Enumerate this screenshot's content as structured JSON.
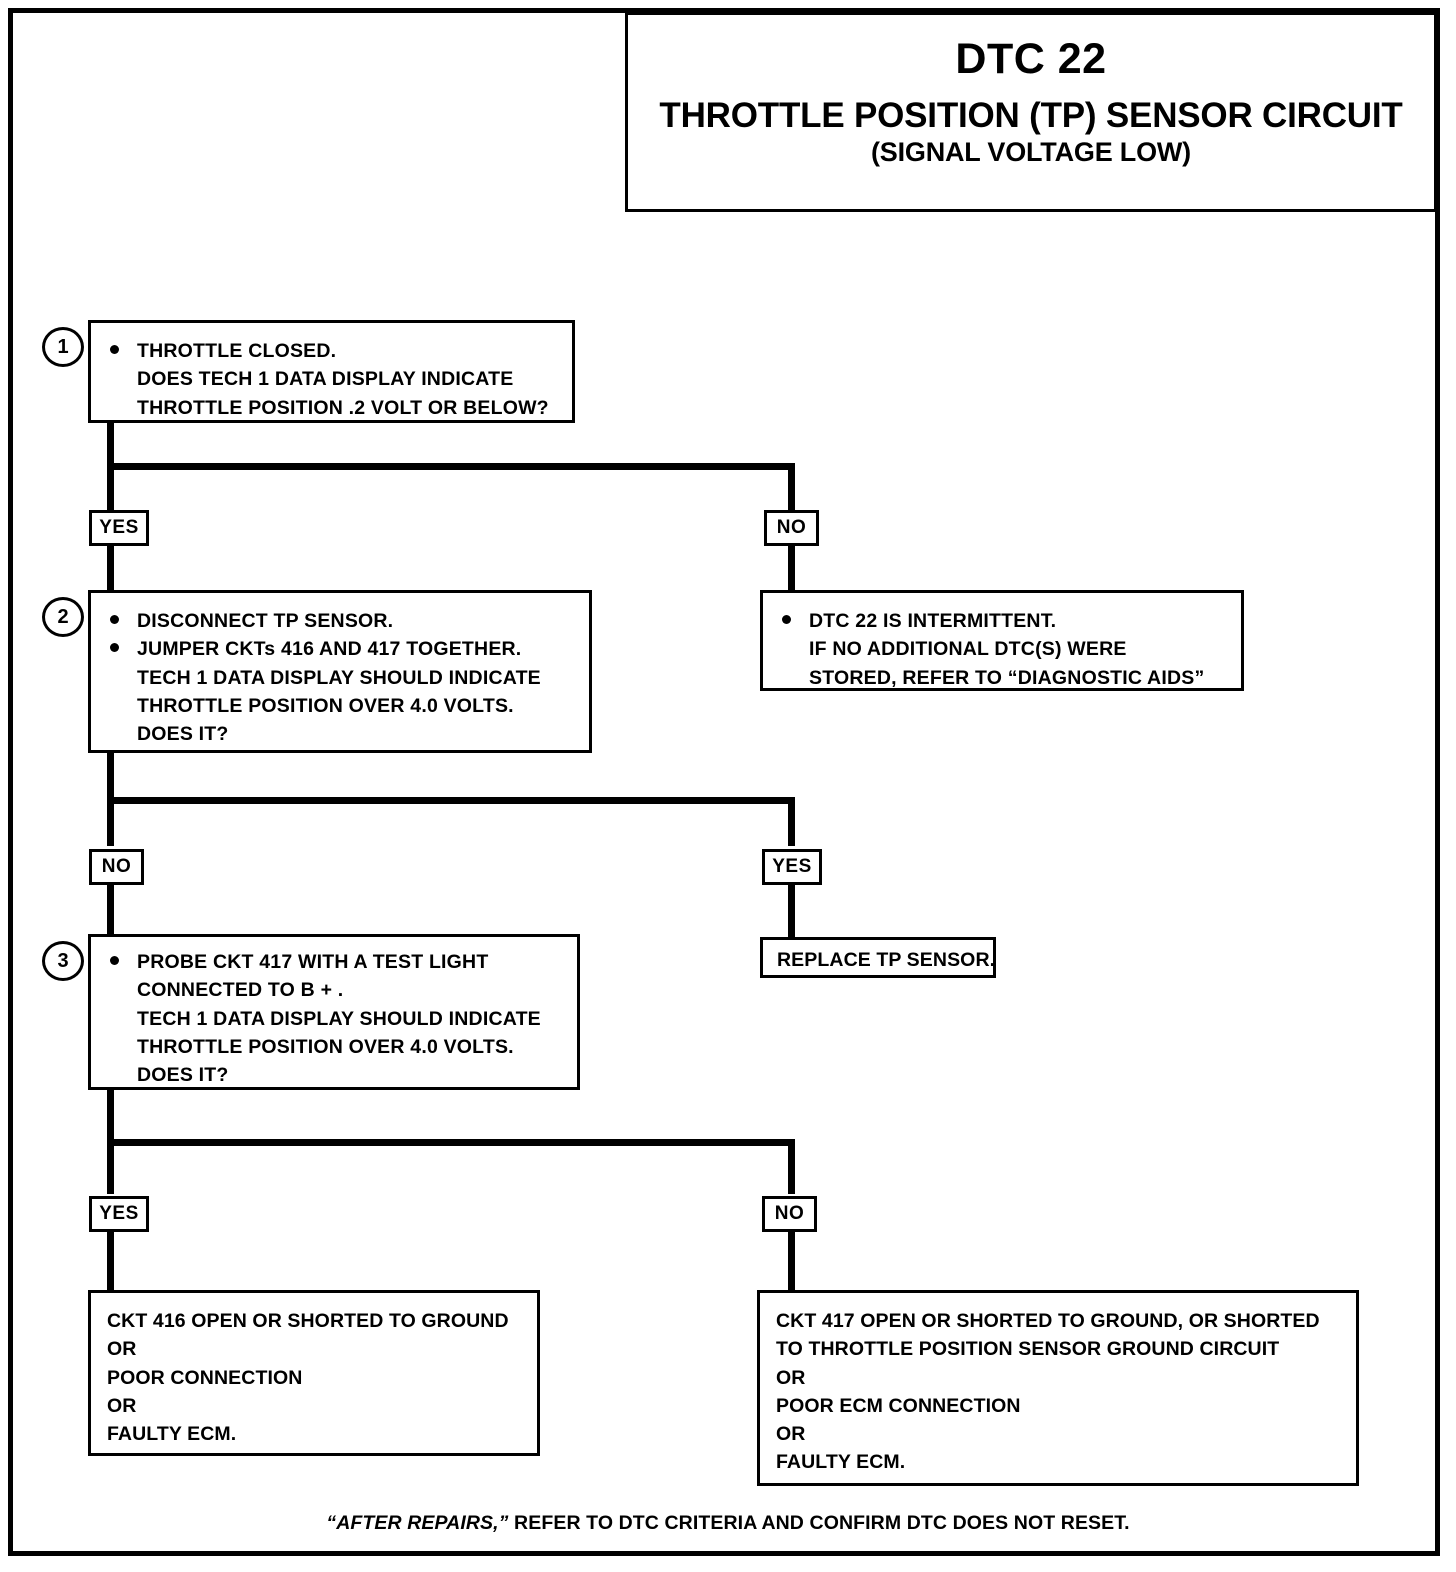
{
  "document": {
    "type": "diagnostic-flowchart",
    "title_block": {
      "code": "DTC 22",
      "main_title": "THROTTLE POSITION (TP) SENSOR CIRCUIT",
      "subtitle": "(SIGNAL VOLTAGE LOW)"
    },
    "steps": [
      {
        "number": "1",
        "lines": [
          "THROTTLE CLOSED.",
          "DOES TECH 1 DATA DISPLAY INDICATE",
          "THROTTLE POSITION .2 VOLT OR BELOW?"
        ]
      },
      {
        "number": "2",
        "lines": [
          "DISCONNECT TP SENSOR.",
          "JUMPER CKTs 416 AND 417 TOGETHER.",
          "TECH 1 DATA DISPLAY SHOULD INDICATE",
          "THROTTLE POSITION OVER 4.0 VOLTS.",
          "DOES IT?"
        ]
      },
      {
        "number": "3",
        "lines": [
          "PROBE CKT 417 WITH A TEST LIGHT",
          "CONNECTED TO B + .",
          "TECH 1 DATA DISPLAY SHOULD INDICATE",
          "THROTTLE POSITION OVER 4.0 VOLTS.",
          "DOES IT?"
        ]
      }
    ],
    "branch_labels": {
      "b1_left": "YES",
      "b1_right": "NO",
      "b2_left": "NO",
      "b2_right": "YES",
      "b3_left": "YES",
      "b3_right": "NO"
    },
    "outcomes": {
      "intermittent": {
        "lines": [
          "DTC 22 IS INTERMITTENT.",
          "IF NO ADDITIONAL DTC(S) WERE",
          "STORED, REFER  TO “DIAGNOSTIC AIDS”"
        ]
      },
      "replace_sensor": {
        "lines": [
          "REPLACE TP SENSOR."
        ]
      },
      "ckt416_fault": {
        "lines": [
          "CKT 416 OPEN OR SHORTED TO GROUND",
          "OR",
          "POOR CONNECTION",
          "OR",
          "FAULTY ECM."
        ]
      },
      "ckt417_fault": {
        "lines": [
          "CKT 417 OPEN OR SHORTED TO GROUND, OR SHORTED",
          "TO THROTTLE POSITION SENSOR GROUND CIRCUIT",
          "OR",
          "POOR ECM CONNECTION",
          "OR",
          "FAULTY ECM."
        ]
      }
    },
    "footer": {
      "emphasis": "“AFTER REPAIRS,”",
      "rest": " REFER TO DTC CRITERIA AND CONFIRM DTC DOES NOT RESET."
    },
    "colors": {
      "ink": "#000000",
      "paper": "#ffffff"
    }
  }
}
